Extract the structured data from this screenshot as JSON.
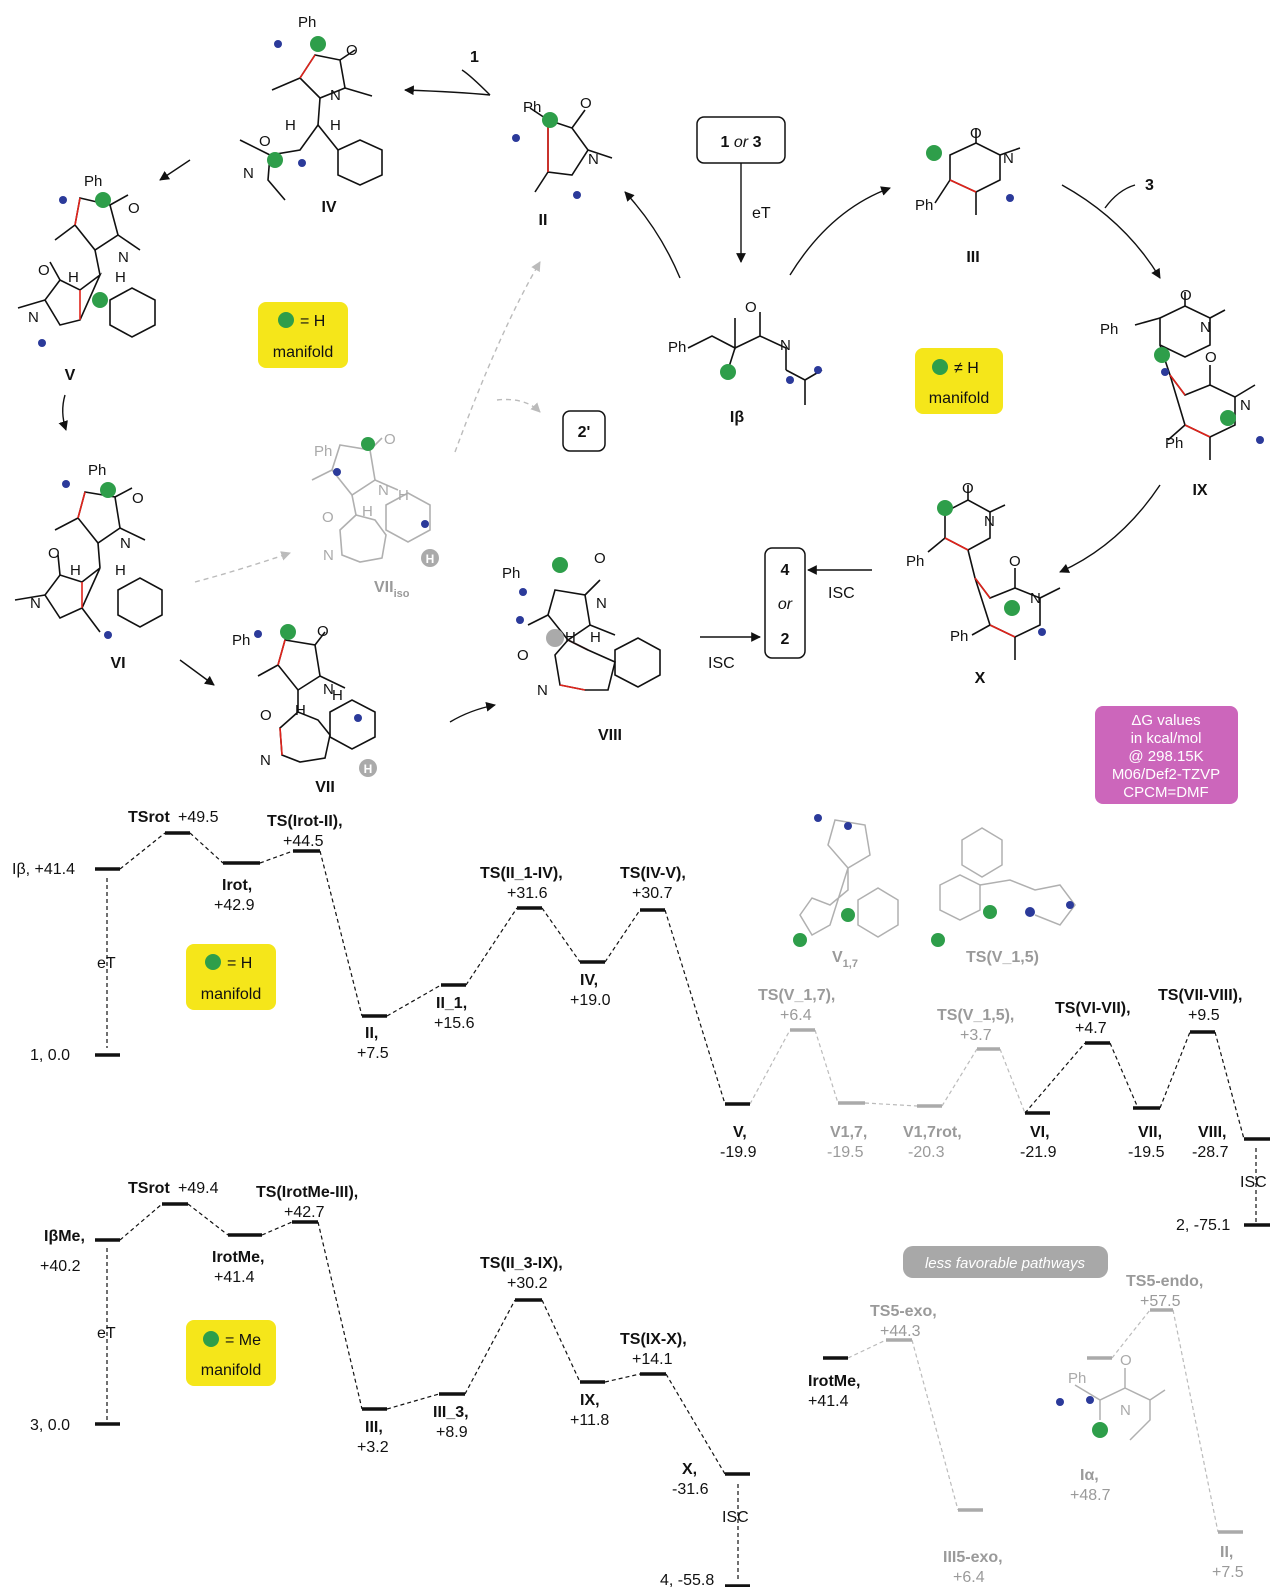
{
  "cycle": {
    "center_box": "1 or 3",
    "center_box_parts": [
      "1",
      "or",
      "3"
    ],
    "arrow_eT": "eT",
    "reagent_1": "1",
    "reagent_3": "3",
    "isc_right": "ISC",
    "isc_left": "ISC",
    "product_box": [
      "4",
      "or",
      "2"
    ],
    "side_box": "2'",
    "compounds": {
      "Ibeta": "Iβ",
      "II": "II",
      "III": "III",
      "IV": "IV",
      "V": "V",
      "VI": "VI",
      "VII": "VII",
      "VIIiso": "VII",
      "VIIiso_sub": "iso",
      "VIII": "VIII",
      "IX": "IX",
      "X": "X"
    },
    "legend_H": {
      "text": "= H",
      "sub": "manifold"
    },
    "legend_notH": {
      "text": "≠ H",
      "sub": "manifold"
    },
    "info_box": [
      "ΔG values",
      "in kcal/mol",
      "@ 298.15K",
      "M06/Def2-TZVP",
      "CPCM=DMF"
    ]
  },
  "profile_H": {
    "legend": {
      "text": "= H",
      "sub": "manifold"
    },
    "eT": "eT",
    "isc": "ISC",
    "levels": [
      {
        "name": "1, 0.0"
      },
      {
        "name": "Iβ, +41.4"
      },
      {
        "name": "TSrot",
        "value": "+49.5"
      },
      {
        "name": "Irot,",
        "value": "+42.9"
      },
      {
        "name": "TS(Irot-II),",
        "value": "+44.5"
      },
      {
        "name": "II,",
        "value": "+7.5"
      },
      {
        "name": "II_1,",
        "value": "+15.6"
      },
      {
        "name": "TS(II_1-IV),",
        "value": "+31.6"
      },
      {
        "name": "IV,",
        "value": "+19.0"
      },
      {
        "name": "TS(IV-V),",
        "value": "+30.7"
      },
      {
        "name": "V,",
        "value": "-19.9"
      },
      {
        "name": "TS(V_1,7),",
        "value": "+6.4"
      },
      {
        "name": "V1,7,",
        "value": "-19.5"
      },
      {
        "name": "V1,7rot,",
        "value": "-20.3"
      },
      {
        "name": "TS(V_1,5),",
        "value": "+3.7"
      },
      {
        "name": "VI,",
        "value": "-21.9"
      },
      {
        "name": "TS(VI-VII),",
        "value": "+4.7"
      },
      {
        "name": "VII,",
        "value": "-19.5"
      },
      {
        "name": "TS(VII-VIII),",
        "value": "+9.5"
      },
      {
        "name": "VIII,",
        "value": "-28.7"
      },
      {
        "name": "2, -75.1"
      }
    ],
    "inset_labels": {
      "V17": "V",
      "V17_sub": "1,7",
      "TSV15": "TS(V_1,5)"
    }
  },
  "profile_Me": {
    "legend": {
      "text": "= Me",
      "sub": "manifold"
    },
    "eT": "eT",
    "isc": "ISC",
    "levels": [
      {
        "name": "3, 0.0"
      },
      {
        "name": "IβMe,",
        "value": "+40.2"
      },
      {
        "name": "TSrot",
        "value": "+49.4"
      },
      {
        "name": "IrotMe,",
        "value": "+41.4"
      },
      {
        "name": "TS(IrotMe-III),",
        "value": "+42.7"
      },
      {
        "name": "III,",
        "value": "+3.2"
      },
      {
        "name": "III_3,",
        "value": "+8.9"
      },
      {
        "name": "TS(II_3-IX),",
        "value": "+30.2"
      },
      {
        "name": "IX,",
        "value": "+11.8"
      },
      {
        "name": "TS(IX-X),",
        "value": "+14.1"
      },
      {
        "name": "X,",
        "value": "-31.6"
      },
      {
        "name": "4, -55.8"
      }
    ],
    "less_favorable": {
      "banner": "less favorable pathways",
      "levels": [
        {
          "name": "IrotMe,",
          "value": "+41.4"
        },
        {
          "name": "TS5-exo,",
          "value": "+44.3"
        },
        {
          "name": "III5-exo,",
          "value": "+6.4"
        },
        {
          "name": "TS5-endo,",
          "value": "+57.5"
        },
        {
          "name": "II,",
          "value": "+7.5"
        },
        {
          "name": "Iα,",
          "value": "+48.7"
        }
      ]
    }
  },
  "colors": {
    "green_dot": "#2e9e4a",
    "blue_dot": "#2b3a9a",
    "bond_red": "#e0231b",
    "legend_yellow": "#f5e61a",
    "info_pink": "#cc66bb",
    "banner_gray": "#a8a8a8",
    "faded": "#b0b0b0"
  },
  "icons": [
    "radical-green-dot",
    "radical-blue-dot",
    "arrow-icon"
  ]
}
